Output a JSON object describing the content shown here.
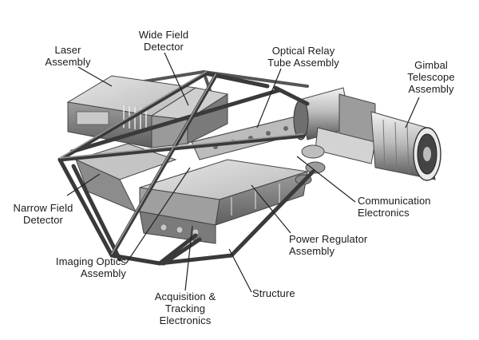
{
  "labels": {
    "laser_assembly": [
      "Laser",
      "Assembly"
    ],
    "wide_field_detector": [
      "Wide Field",
      "Detector"
    ],
    "optical_relay_tube_assembly": [
      "Optical Relay",
      "Tube Assembly"
    ],
    "gimbal_telescope_assembly": [
      "Gimbal",
      "Telescope",
      "Assembly"
    ],
    "narrow_field_detector": [
      "Narrow Field",
      "Detector"
    ],
    "communication_electronics": [
      "Communication",
      "Electronics"
    ],
    "power_regulator_assembly": [
      "Power Regulator",
      "Assembly"
    ],
    "imaging_optics_assembly": [
      "Imaging Optics",
      "Assembly"
    ],
    "structure": [
      "Structure"
    ],
    "acquisition_tracking_electronics": [
      "Acquisition &",
      "Tracking",
      "Electronics"
    ]
  },
  "colors": {
    "label_text": "#1a1a1a",
    "leader_line": "#222222",
    "frame_tube": "#4a4a4a",
    "box_light": "#d8d8d8",
    "box_mid": "#a8a8a8",
    "box_dark": "#6e6e6e"
  }
}
